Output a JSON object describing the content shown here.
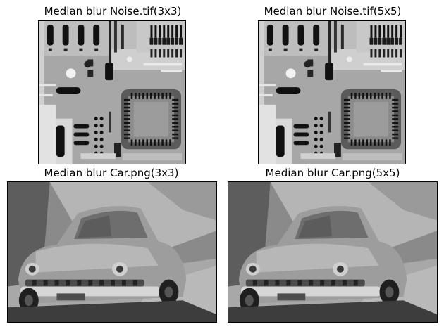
{
  "figure": {
    "panels": [
      {
        "title": "Median blur Noise.tif(3x3)",
        "kind": "circuit-board"
      },
      {
        "title": "Median blur Noise.tif(5x5)",
        "kind": "circuit-board"
      },
      {
        "title": "Median blur Car.png(3x3)",
        "kind": "vintage-car-street"
      },
      {
        "title": "Median blur Car.png(5x5)",
        "kind": "vintage-car-street"
      }
    ]
  }
}
